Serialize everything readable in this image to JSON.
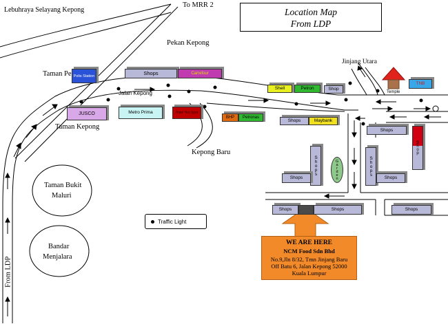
{
  "title": {
    "line1": "Location Map",
    "line2": "From LDP"
  },
  "labels": {
    "lebuhraya": "Lebuhraya Selayang Kepong",
    "mrr2": "To MRR 2",
    "pekan_kepong": "Pekan Kepong",
    "taman_perdana": "Taman Perdana",
    "jalan_kepong": "Jalan Kepong",
    "taman_kepong": "Taman Kepong",
    "jinjang_utara": "Jinjang Utara",
    "kepong_baru": "Kepong Baru",
    "taman_bukit_maluri_1": "Taman Bukit",
    "taman_bukit_maluri_2": "Maluri",
    "bandar_menjalara_1": "Bandar",
    "bandar_menjalara_2": "Menjalara",
    "from_ldp": "From LDP",
    "temple": "Temple"
  },
  "buildings": {
    "polis": "Polis Station",
    "shops_top": "Shops",
    "carrefour": "Carrefour",
    "jusco": "JUSCO",
    "metro_prima": "Metro Prima",
    "hotel": "Hotel Hot Spot",
    "shell": "Shell",
    "petron": "Petron",
    "shop_small": "Shop",
    "tnb": "TNB",
    "bhp": "BHP",
    "petronas": "Petronas",
    "shops_mid": "Shops",
    "maybank": "Maybank",
    "shops_right": "Shops",
    "shops_l1_vert": "Shops",
    "shops_l1_horiz": "Shops",
    "garden": "Garden",
    "shops_l2_vert": "Shops",
    "shops_l2_horiz": "Shops",
    "shop_vert_red": "Shop",
    "shops_bottom_left": "Shops",
    "shops_bottom_mid": "Shops",
    "shops_bottom_right": "Shops"
  },
  "legend": {
    "traffic_light": "Traffic Light"
  },
  "destination": {
    "heading": "WE ARE HERE",
    "company": "NCM Food Sdn Bhd",
    "address1": "No.9,Jln 8/32, Tmn Jinjang Baru",
    "address2": "Off Batu 6, Jalan Kepong 52000",
    "address3": "Kuala Lumpur"
  },
  "colors": {
    "road": "#000000",
    "destination_fill": "#f28a2a",
    "temple_roof": "#e0231b",
    "temple_body": "#a9724a",
    "shops_fill": "#b8b8d8",
    "polis_fill": "#2a52d8",
    "carrefour_fill": "#c03ab0",
    "jusco_fill": "#d9a8e8",
    "metro_fill": "#c8f4f4",
    "hotel_fill": "#c00000",
    "shell_fill": "#e8f020",
    "petron_fill": "#30b830",
    "tnb_fill": "#3aa8e8",
    "bhp_fill": "#e06a10",
    "petronas_fill": "#30b830",
    "maybank_fill": "#f0e020",
    "garden_fill": "#8ec88a",
    "red_shop_fill": "#d00010"
  }
}
